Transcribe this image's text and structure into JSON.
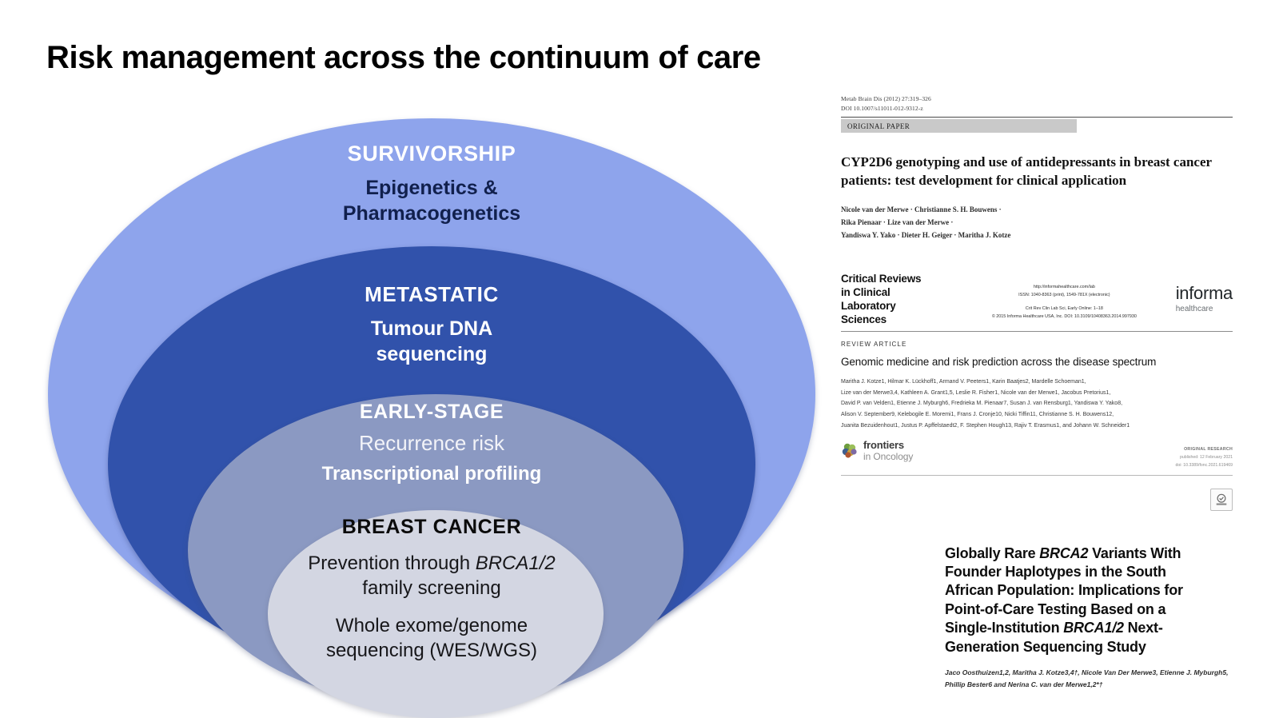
{
  "slide": {
    "title": "Risk management across the continuum of care",
    "background": "#ffffff"
  },
  "diagram": {
    "type": "nested-ellipses",
    "layers": [
      {
        "id": "survivorship",
        "heading": "SURVIVORSHIP",
        "sub_line1": "Epigenetics &",
        "sub_line2": "Pharmacogenetics",
        "fill": "#8EA4EC",
        "heading_color": "#ffffff",
        "sub_color": "#11204d"
      },
      {
        "id": "metastatic",
        "heading": "METASTATIC",
        "sub_line1": "Tumour DNA",
        "sub_line2": "sequencing",
        "fill": "#3152AB",
        "heading_color": "#ffffff",
        "sub_color": "#ffffff"
      },
      {
        "id": "early-stage",
        "heading": "EARLY-STAGE",
        "sub_line1": "Recurrence risk",
        "sub_line2": "Transcriptional profiling",
        "fill": "#8B99C2",
        "heading_color": "#ffffff",
        "sub_color": "#ffffff"
      },
      {
        "id": "breast-cancer",
        "heading": "BREAST CANCER",
        "sub_line1_a": "Prevention through ",
        "sub_line1_italic": "BRCA1/2",
        "sub_line2": "family  screening",
        "sub_line3": "Whole exome/genome",
        "sub_line4": "sequencing (WES/WGS)",
        "fill": "#D3D6E2",
        "heading_color": "#0b0b0b",
        "sub_color": "#17171a"
      }
    ]
  },
  "publications": [
    {
      "id": "springer-metab-brain-dis",
      "journal_ref": "Metab Brain Dis (2012) 27:319–326",
      "doi": "DOI 10.1007/s11011-012-9312-z",
      "article_type": "ORIGINAL PAPER",
      "title_line1": "CYP2D6 genotyping and use of antidepressants in breast cancer",
      "title_line2": "patients: test development for clinical application",
      "authors_line1": "Nicole van der Merwe · Christianne S. H. Bouwens ·",
      "authors_line2": "Rika Pienaar · Lize van der Merwe ·",
      "authors_line3": "Yandiswa Y. Yako · Dieter H. Geiger · Maritha J. Kotze"
    },
    {
      "id": "informa-critical-reviews",
      "journal_line1": "Critical Reviews",
      "journal_line2": "in Clinical",
      "journal_line3": "Laboratory",
      "journal_line4": "Sciences",
      "url": "http://informahealthcare.com/lab",
      "issn": "ISSN: 1040-8363 (print), 1549-781X (electronic)",
      "citation": "Crit Rev Clin Lab Sci, Early Online: 1–18",
      "copyright": "© 2015 Informa Healthcare USA, Inc. DOI: 10.3109/10408363.2014.997930",
      "brand": "informa",
      "brand_sub": "healthcare",
      "article_type": "REVIEW ARTICLE",
      "title": "Genomic medicine and risk prediction across the disease spectrum",
      "authors_line1": "Maritha J. Kotze1, Hilmar K. Lückhoff1, Armand V. Peeters1, Karin Baatjes2, Mardelle Schoeman1,",
      "authors_line2": "Lize van der Merwe3,4, Kathleen A. Grant1,5, Leslie R. Fisher1, Nicole van der Merwe1, Jacobus Pretorius1,",
      "authors_line3": "David P. van Velden1, Etienne J. Myburgh6, Fredrieka M. Pienaar7, Susan J. van Rensburg1, Yandiswa Y. Yako8,",
      "authors_line4": "Alison V. September9, Kelebogile E. Moremi1, Frans J. Cronje10, Nicki Tiffin11, Christianne S. H. Bouwens12,",
      "authors_line5": "Juanita Bezuidenhout1, Justus P. Apffelstaedt2, F. Stephen Hough13, Rajiv T. Erasmus1, and Johann W. Schneider1"
    },
    {
      "id": "frontiers-in-oncology",
      "brand_line1": "frontiers",
      "brand_line2": "in Oncology",
      "article_type": "ORIGINAL RESEARCH",
      "published": "published: 12 February 2021",
      "doi": "doi: 10.3389/fonc.2021.619469",
      "title_line1_a": "Globally Rare ",
      "title_line1_italic": "BRCA2",
      "title_line1_b": " Variants With",
      "title_line2": "Founder Haplotypes in the South",
      "title_line3": "African Population: Implications for",
      "title_line4": "Point-of-Care Testing Based on a",
      "title_line5_a": "Single-Institution ",
      "title_line5_italic": "BRCA1/2",
      "title_line5_b": " Next-",
      "title_line6": "Generation Sequencing Study",
      "authors_line1": "Jaco Oosthuizen1,2, Maritha J. Kotze3,4†, Nicole Van Der Merwe3, Etienne J. Myburgh5,",
      "authors_line2": "Phillip Bester6 and Nerina C. van der Merwe1,2*†"
    }
  ]
}
